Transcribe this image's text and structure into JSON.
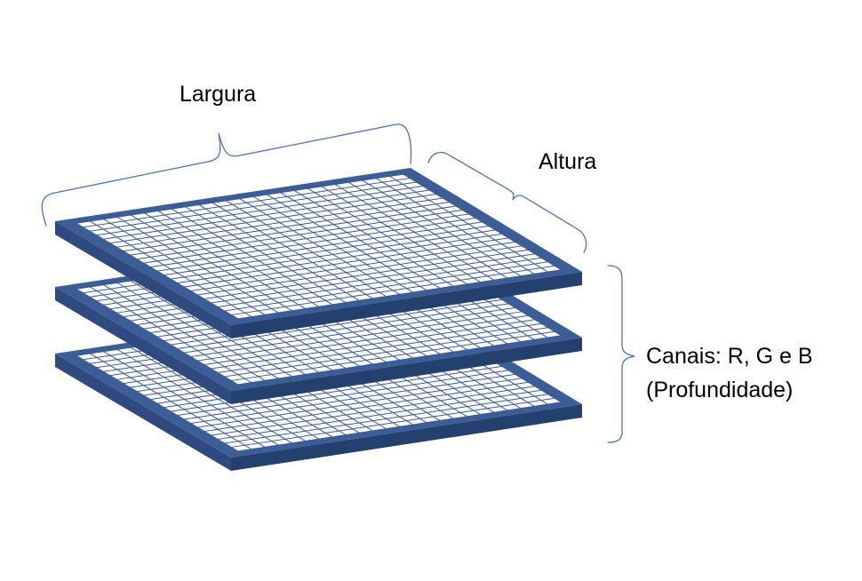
{
  "labels": {
    "width": "Largura",
    "height": "Altura",
    "channels": "Canais: R, G e B",
    "depth": "(Profundidade)"
  },
  "layers": [
    {
      "name": "layer-top"
    },
    {
      "name": "layer-middle"
    },
    {
      "name": "layer-bottom"
    }
  ],
  "grid": {
    "cells_width": 24,
    "cells_height": 24
  },
  "colors": {
    "frame": "#3A5A93",
    "frame_top_face": "#3C5D96",
    "frame_front": "#2E4A7E",
    "frame_side": "#24406F",
    "grid_line": "#3A5A93",
    "cell_fill": "#FFFFFF",
    "brace": "#4A72B4",
    "text": "#000000"
  }
}
